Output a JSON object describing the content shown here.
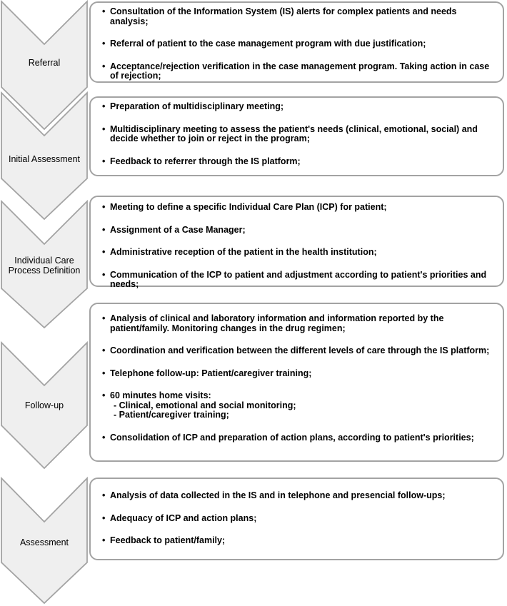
{
  "meta": {
    "bullet": "•"
  },
  "colors": {
    "background": "#ffffff",
    "chevron_fill": "#efefef",
    "chevron_border": "#a3a3a3",
    "box_border": "#a3a3a3",
    "text": "#000000"
  },
  "sections": [
    {
      "label": "Referral",
      "items": [
        {
          "text": "Consultation of the Information System (IS) alerts for complex patients and needs analysis;"
        },
        {
          "text": "Referral of patient to the case management program with due justification;"
        },
        {
          "text": "Acceptance/rejection verification in the case management program. Taking action in case of rejection;"
        }
      ]
    },
    {
      "label": "Initial Assessment",
      "items": [
        {
          "text": "Preparation of multidisciplinary meeting;"
        },
        {
          "text": "Multidisciplinary meeting to assess the patient's needs (clinical, emotional, social) and decide whether to join or reject in the program;"
        },
        {
          "text": "Feedback to referrer through the IS platform;"
        }
      ]
    },
    {
      "label": "Individual Care Process Definition",
      "items": [
        {
          "text": "Meeting to define a specific Individual Care Plan (ICP) for patient;"
        },
        {
          "text": "Assignment of a Case Manager;"
        },
        {
          "text": "Administrative reception of the patient in the health institution;"
        },
        {
          "text": "Communication of the ICP to patient and adjustment according to patient's priorities and needs;"
        }
      ]
    },
    {
      "label": "Follow-up",
      "items": [
        {
          "text": "Analysis of clinical and laboratory information and information reported by the patient/family. Monitoring changes in the drug regimen;"
        },
        {
          "text": "Coordination and verification between the different levels of care through the IS platform;"
        },
        {
          "text": "Telephone follow-up: Patient/caregiver training;"
        },
        {
          "text": "60 minutes home visits:",
          "subs": [
            "- Clinical, emotional and social monitoring;",
            "- Patient/caregiver training;"
          ]
        },
        {
          "text": "Consolidation of ICP and preparation of action plans, according to patient's priorities;"
        }
      ]
    },
    {
      "label": "Assessment",
      "items": [
        {
          "text": "Analysis of data collected in the IS and in telephone and presencial follow-ups;"
        },
        {
          "text": "Adequacy of ICP and action plans;"
        },
        {
          "text": "Feedback to patient/family;"
        }
      ]
    }
  ]
}
